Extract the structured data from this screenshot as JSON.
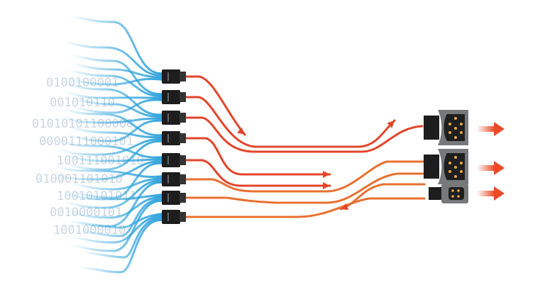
{
  "binary_text": [
    "0100100001",
    "001010110",
    "01010101100000",
    "0000111000101",
    "100111001010",
    "010001101010",
    "10010101011",
    "0010000101",
    "1001000010"
  ],
  "colors": {
    "cable_blue": "#2fa3dc",
    "cable_red": "#e2452b",
    "cable_orange": "#e8702f",
    "connector": "#1d1d1d",
    "plug_shell": "#77787a",
    "pin": "#f0a73a",
    "arrow": "#ea4b24"
  },
  "input_connectors": 8,
  "output_connectors": [
    {
      "type": "7-pin"
    },
    {
      "type": "7-pin"
    },
    {
      "type": "4-pin"
    }
  ]
}
